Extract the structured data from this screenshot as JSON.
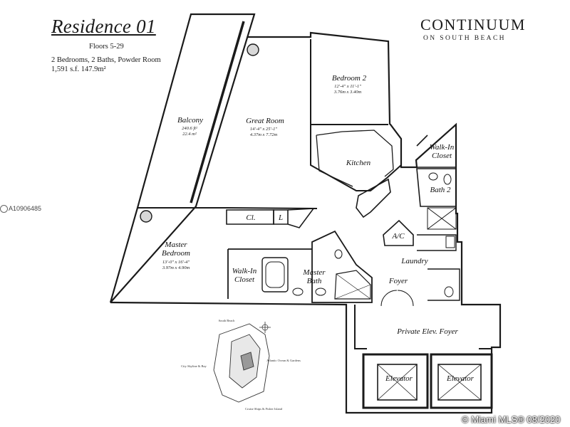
{
  "header": {
    "title": "Residence 01",
    "floors": "Floors 5-29",
    "bedrooms": "2 Bedrooms, 2 Baths, Powder Room",
    "area": "1,591 s.f.  147.9m²"
  },
  "brand": {
    "name": "CONTINUUM",
    "subtitle": "ON SOUTH BEACH"
  },
  "rooms": {
    "balcony": {
      "name": "Balcony",
      "dim1": "240.6 ft²",
      "dim2": "22.4 m²"
    },
    "great_room": {
      "name": "Great Room",
      "dim1": "14'-4\" x 25'-1\"",
      "dim2": "4.37m x 7.72m"
    },
    "bedroom2": {
      "name": "Bedroom 2",
      "dim1": "12'-4\" x 11'-1\"",
      "dim2": "3.76m x 3.40m"
    },
    "kitchen": {
      "name": "Kitchen"
    },
    "walkin_closet_right": {
      "line1": "Walk-In",
      "line2": "Closet"
    },
    "bath2": {
      "name": "Bath 2"
    },
    "master_bedroom": {
      "line1": "Master",
      "line2": "Bedroom",
      "dim1": "13'-0\" x 16'-4\"",
      "dim2": "3.97m x 4.90m"
    },
    "walkin_closet_left": {
      "line1": "Walk-In",
      "line2": "Closet"
    },
    "master_bath": {
      "line1": "Master",
      "line2": "Bath"
    },
    "cl": "Cl.",
    "l": "L",
    "ac": "A/C",
    "laundry": "Laundry",
    "foyer": "Foyer",
    "private_foyer": "Private Elev. Foyer",
    "elevator_left": "Elevator",
    "elevator_right": "Elevator"
  },
  "keyplan": {
    "top": "South Beach",
    "left": "City Skyline & Bay",
    "right": "Atlantic Ocean & Gardens",
    "bottom": "Cruise Ships & Fisher Island"
  },
  "watermark": "A10906485",
  "credit": "© Miami MLS® 08/2020"
}
